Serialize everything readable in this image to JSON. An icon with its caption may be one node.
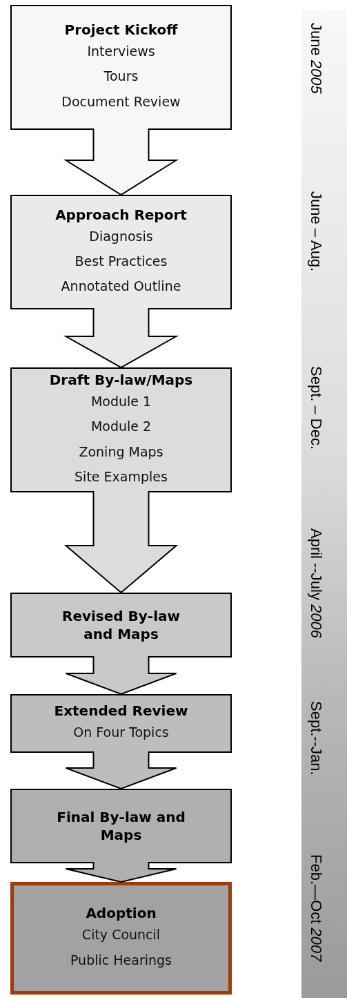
{
  "diagram": {
    "nodes": [
      {
        "text": [
          "Project Kickoff",
          "Interviews",
          "Tours",
          "Document Review"
        ]
      },
      {
        "text": [
          "Approach Report",
          "Diagnosis",
          "Best Practices",
          "Annotated Outline"
        ]
      },
      {
        "text": [
          "Draft By-law/Maps",
          "Module 1",
          "Module 2",
          "Zoning Maps",
          "Site Examples"
        ]
      },
      {
        "text": [
          "Revised By-law and Maps"
        ]
      },
      {
        "text": [
          "Extended Review",
          "On Four Topics"
        ]
      },
      {
        "text": [
          "Final By-law and Maps"
        ]
      },
      {
        "text": [
          "Adoption",
          "City Council",
          "Public Hearings"
        ]
      },
      {
        "text": [
          "June *2005*",
          "June – Aug.",
          "Sept. – Dec.",
          "April --July *2006*",
          "Sept.--Jan.",
          "Feb.—Oct *2007*"
        ]
      }
    ],
    "edges": [
      {
        "from": 0,
        "to": 1,
        "arrow": "to"
      },
      {
        "from": 1,
        "to": 2,
        "arrow": "to"
      },
      {
        "from": 2,
        "to": 3,
        "arrow": "to"
      },
      {
        "from": 3,
        "to": 4,
        "arrow": "to"
      },
      {
        "from": 4,
        "to": 5,
        "arrow": "to"
      },
      {
        "from": 5,
        "to": 6,
        "arrow": "to"
      }
    ]
  }
}
